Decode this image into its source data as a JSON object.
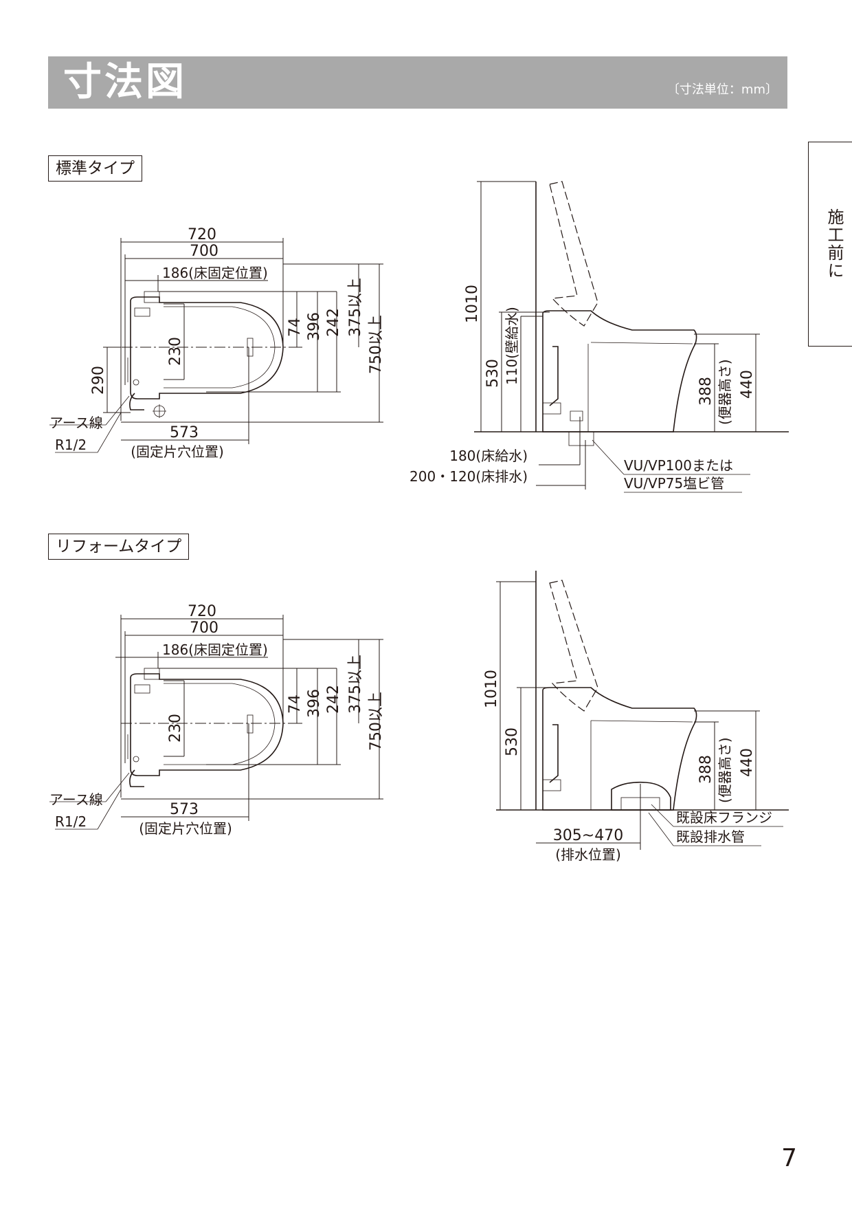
{
  "header": {
    "title": "寸法図",
    "unit": "〔寸法単位：mm〕"
  },
  "side_tab": {
    "label": "施工前に"
  },
  "page_number": "7",
  "standard": {
    "label": "標準タイプ",
    "dims": {
      "d720": "720",
      "d700": "700",
      "d186": "186(床固定位置)",
      "d74": "74",
      "d396": "396",
      "d242": "242",
      "d375": "375以上",
      "d750": "750以上",
      "d230": "230",
      "d290": "290",
      "ground_wire": "アース線",
      "r12": "R1/2",
      "d573": "573",
      "fix_hole": "(固定片穴位置)"
    },
    "side": {
      "d1010": "1010",
      "d530": "530",
      "d110": "110(壁給水)",
      "d388": "388",
      "bowl_height": "(便器高さ)",
      "d440": "440",
      "floor_supply": "180(床給水)",
      "floor_drain": "200・120(床排水)",
      "pipe1": "VU/VP100または",
      "pipe2": "VU/VP75塩ビ管"
    }
  },
  "reform": {
    "label": "リフォームタイプ",
    "dims": {
      "d720": "720",
      "d700": "700",
      "d186": "186(床固定位置)",
      "d74": "74",
      "d396": "396",
      "d242": "242",
      "d375": "375以上",
      "d750": "750以上",
      "d230": "230",
      "ground_wire": "アース線",
      "r12": "R1/2",
      "d573": "573",
      "fix_hole": "(固定片穴位置)"
    },
    "side": {
      "d1010": "1010",
      "d530": "530",
      "d388": "388",
      "bowl_height": "(便器高さ)",
      "d440": "440",
      "flange": "既設床フランジ",
      "drain_pipe": "既設排水管",
      "drain_range": "305~470",
      "drain_pos": "(排水位置)"
    }
  }
}
